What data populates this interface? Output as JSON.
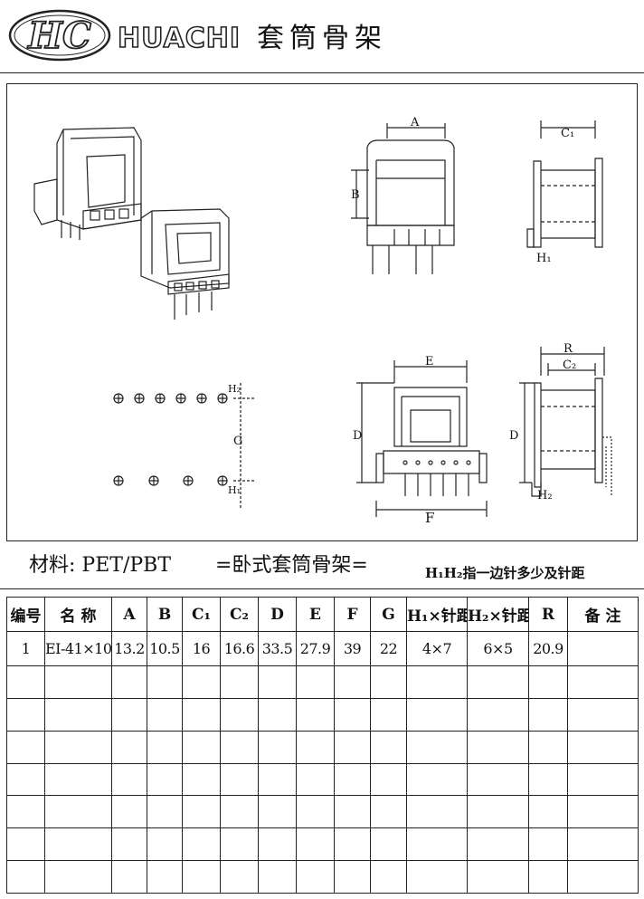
{
  "header": {
    "logo_text": "HC",
    "brand": "HUACHI",
    "title": "套筒骨架"
  },
  "drawing": {
    "labels": {
      "A": "A",
      "B": "B",
      "C1": "C₁",
      "H1": "H₁",
      "E": "E",
      "D": "D",
      "F": "F",
      "R": "R",
      "C2": "C₂",
      "H2": "H₂",
      "G": "G"
    }
  },
  "material_line": {
    "material": "材料: PET/PBT",
    "type": "=卧式套筒骨架=",
    "note": "H₁H₂指一边针多少及针距"
  },
  "table": {
    "headers": [
      "编号",
      "名 称",
      "A",
      "B",
      "C₁",
      "C₂",
      "D",
      "E",
      "F",
      "G",
      "H₁×针距",
      "H₂×针距",
      "R",
      "备 注"
    ],
    "rows": [
      [
        "1",
        "EI-41×10",
        "13.2",
        "10.5",
        "16",
        "16.6",
        "33.5",
        "27.9",
        "39",
        "22",
        "4×7",
        "6×5",
        "20.9",
        ""
      ],
      [
        "",
        "",
        "",
        "",
        "",
        "",
        "",
        "",
        "",
        "",
        "",
        "",
        "",
        ""
      ],
      [
        "",
        "",
        "",
        "",
        "",
        "",
        "",
        "",
        "",
        "",
        "",
        "",
        "",
        ""
      ],
      [
        "",
        "",
        "",
        "",
        "",
        "",
        "",
        "",
        "",
        "",
        "",
        "",
        "",
        ""
      ],
      [
        "",
        "",
        "",
        "",
        "",
        "",
        "",
        "",
        "",
        "",
        "",
        "",
        "",
        ""
      ],
      [
        "",
        "",
        "",
        "",
        "",
        "",
        "",
        "",
        "",
        "",
        "",
        "",
        "",
        ""
      ],
      [
        "",
        "",
        "",
        "",
        "",
        "",
        "",
        "",
        "",
        "",
        "",
        "",
        "",
        ""
      ],
      [
        "",
        "",
        "",
        "",
        "",
        "",
        "",
        "",
        "",
        "",
        "",
        "",
        "",
        ""
      ]
    ]
  }
}
